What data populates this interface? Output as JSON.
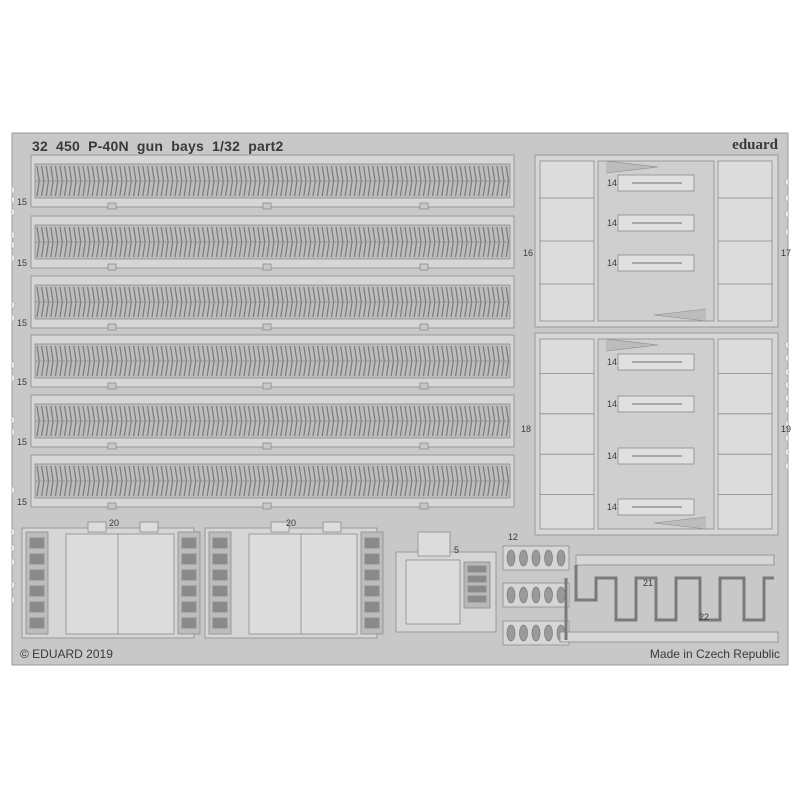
{
  "fret": {
    "set_number": "32 450",
    "kit_title": "P-40N gun bays",
    "scale": "1/32",
    "part_set": "part2",
    "brand": "eduard",
    "copyright": "© EDUARD 2019",
    "origin": "Made in Czech Republic",
    "colors": {
      "background": "#ffffff",
      "fret": "#c8c8c8",
      "edge": "#8c8c8c",
      "part": "#d6d6d6",
      "dark": "#6e6e6e"
    }
  },
  "part_numbers": {
    "belt": "15",
    "ammo_box": "20",
    "small_tray": "5",
    "links": "12",
    "door_clip": "14",
    "door_left_top": "16",
    "door_right_top": "17",
    "door_left_bottom": "18",
    "door_right_bottom": "19",
    "frame_upper": "21",
    "frame_lower": "22"
  }
}
